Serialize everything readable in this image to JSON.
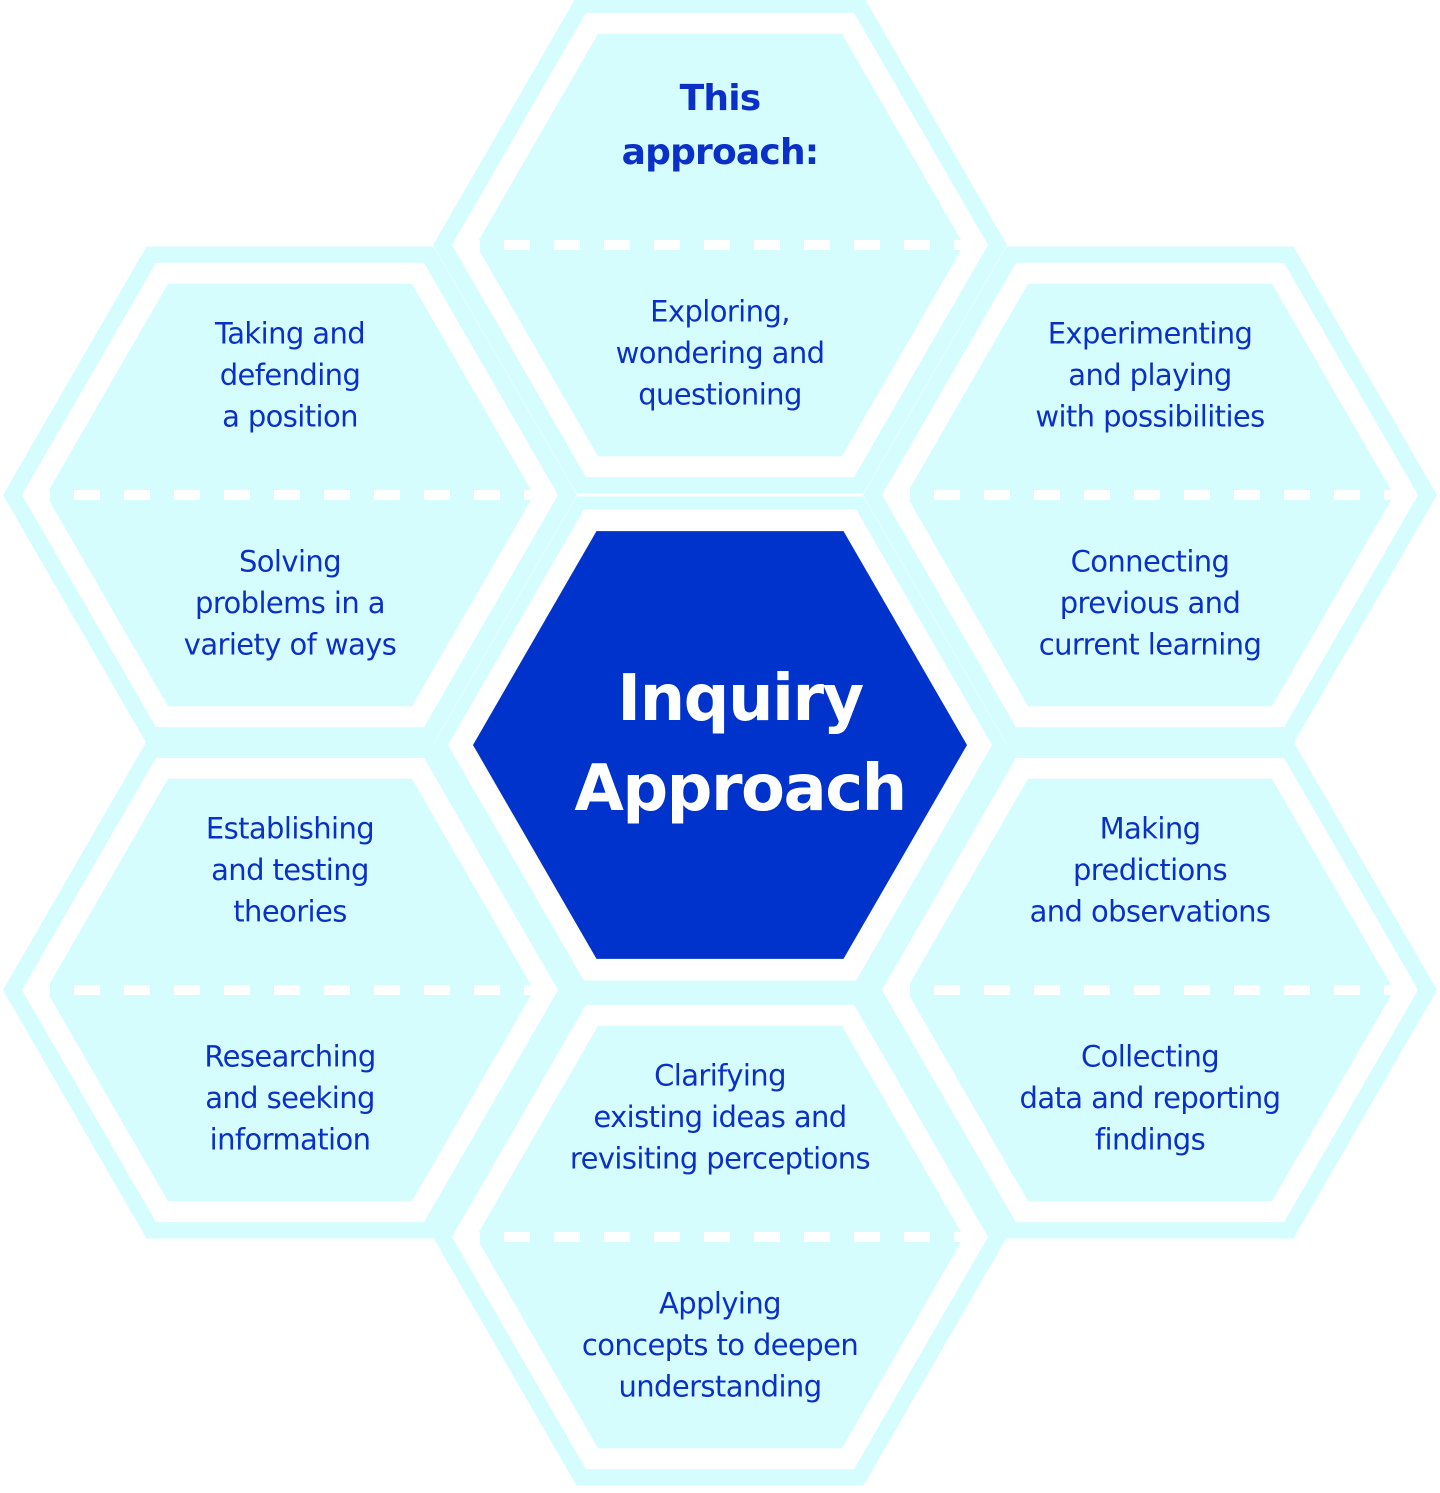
{
  "diagram": {
    "title": "Inquiry Approach",
    "center": {
      "lines": [
        "Inquiry",
        "Approach"
      ]
    },
    "colors": {
      "hex_fill": "#d6fdfd",
      "center_fill": "#0032cc",
      "text": "#0a30c8",
      "center_text": "#ffffff",
      "gap": "#ffffff"
    },
    "clusters": [
      {
        "id": "top",
        "top_half": {
          "lines": [
            "This",
            "approach:"
          ],
          "style": "bold"
        },
        "bottom_half": {
          "lines": [
            "Exploring,",
            "wondering and",
            "questioning"
          ]
        }
      },
      {
        "id": "upper-left",
        "top_half": {
          "lines": [
            "Taking and",
            "defending",
            "a position"
          ]
        },
        "bottom_half": {
          "lines": [
            "Solving",
            "problems in a",
            "variety of ways"
          ]
        }
      },
      {
        "id": "upper-right",
        "top_half": {
          "lines": [
            "Experimenting",
            "and playing",
            "with possibilities"
          ]
        },
        "bottom_half": {
          "lines": [
            "Connecting",
            "previous and",
            "current learning"
          ]
        }
      },
      {
        "id": "lower-left",
        "top_half": {
          "lines": [
            "Establishing",
            "and testing",
            "theories"
          ]
        },
        "bottom_half": {
          "lines": [
            "Researching",
            "and seeking",
            "information"
          ]
        }
      },
      {
        "id": "lower-right",
        "top_half": {
          "lines": [
            "Making",
            "predictions",
            "and observations"
          ]
        },
        "bottom_half": {
          "lines": [
            "Collecting",
            "data and reporting",
            "findings"
          ]
        }
      },
      {
        "id": "bottom",
        "top_half": {
          "lines": [
            "Clarifying",
            "existing ideas and",
            "revisiting perceptions"
          ]
        },
        "bottom_half": {
          "lines": [
            "Applying",
            "concepts to deepen",
            "understanding"
          ]
        }
      }
    ]
  }
}
